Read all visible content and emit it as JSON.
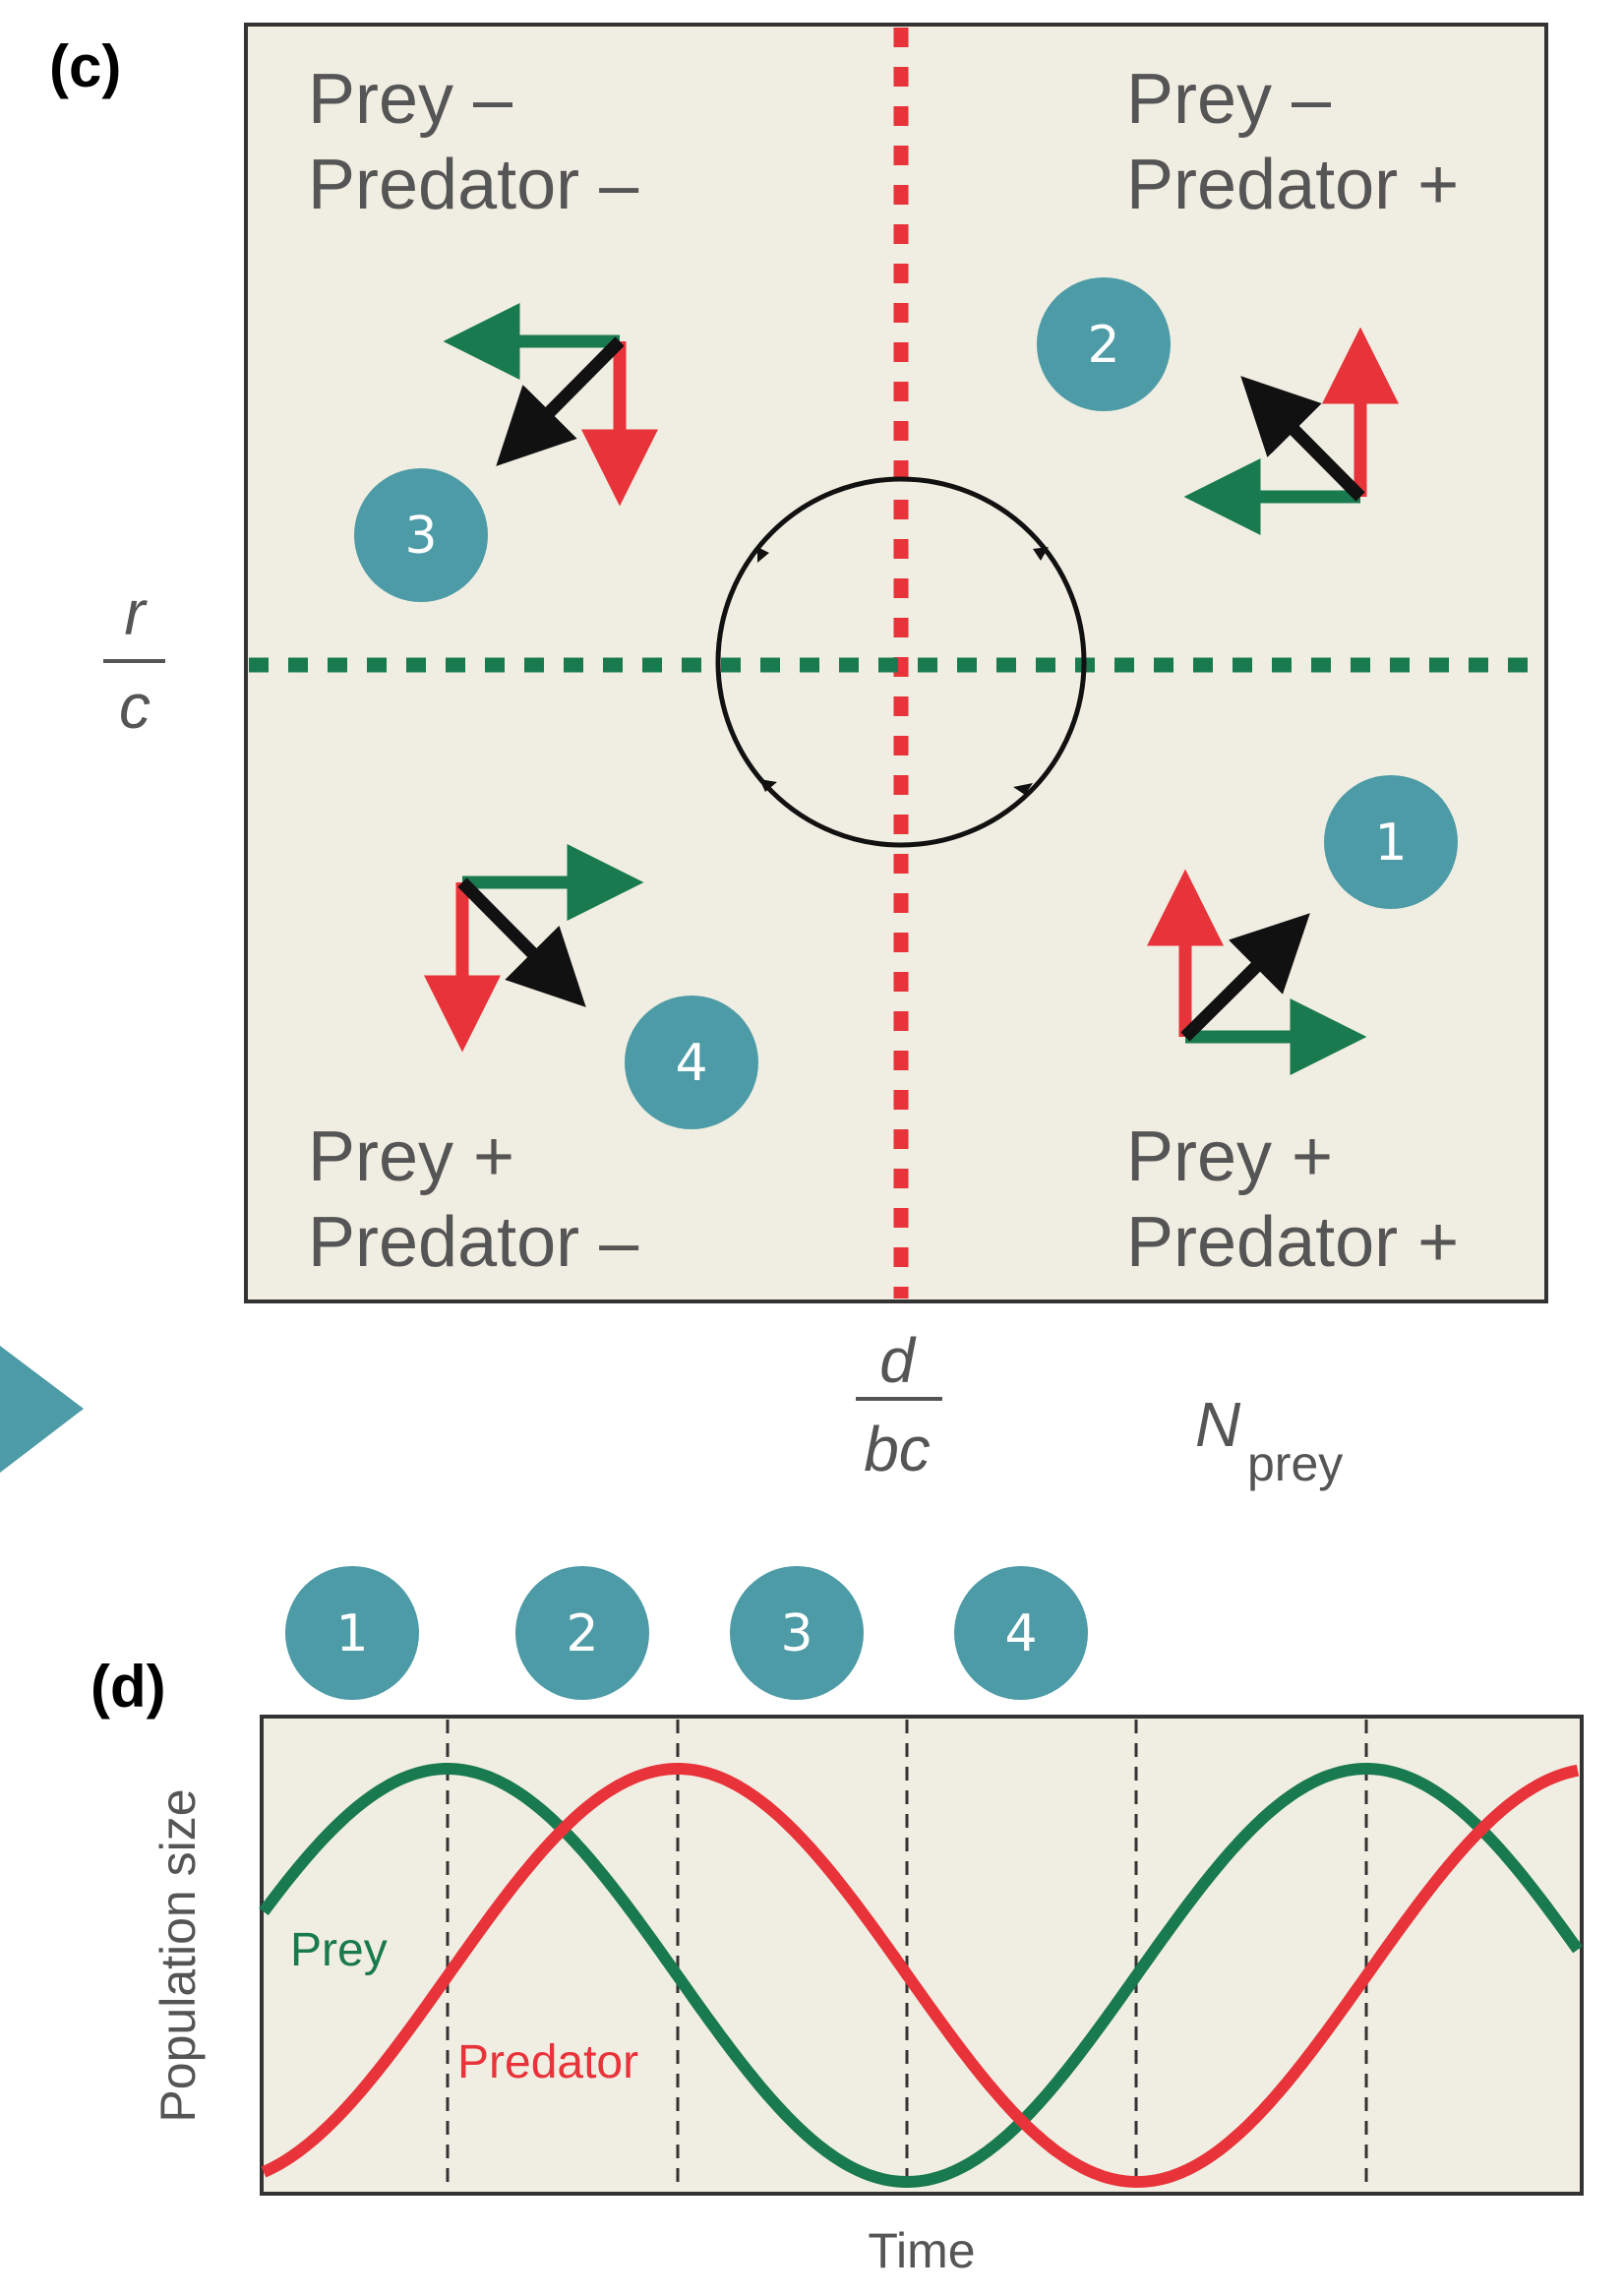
{
  "panel_c": {
    "label": "(c)",
    "quadrants": {
      "top_left": [
        "Prey –",
        "Predator –"
      ],
      "top_right": [
        "Prey –",
        "Predator +"
      ],
      "bottom_left": [
        "Prey +",
        "Predator –"
      ],
      "bottom_right": [
        "Prey +",
        "Predator +"
      ]
    },
    "y_axis_label": {
      "numerator": "r",
      "denominator": "c"
    },
    "x_mid_label": {
      "numerator": "d",
      "denominator": "bc"
    },
    "x_axis_label": {
      "main": "N",
      "subscript": "prey"
    },
    "markers": {
      "q1": "1",
      "q2": "2",
      "q3": "3",
      "q4": "4"
    }
  },
  "panel_d": {
    "label": "(d)",
    "markers": [
      "1",
      "2",
      "3",
      "4"
    ],
    "ylabel": "Population size",
    "xlabel": "Time",
    "series": [
      {
        "name": "Prey",
        "color": "#1a7a4f"
      },
      {
        "name": "Predator",
        "color": "#e8333a"
      }
    ]
  },
  "colors": {
    "panel_bg": "#f0eee2",
    "badge": "#4d9ba6",
    "prey_green": "#1a7a4f",
    "predator_red": "#e8333a",
    "frame": "#333333"
  }
}
